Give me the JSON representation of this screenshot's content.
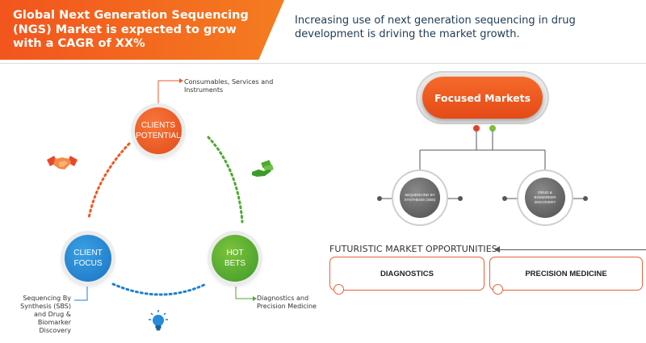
{
  "header": {
    "title": "Global Next Generation Sequencing (NGS) Market is expected to grow with a CAGR of XX%",
    "subtitle": "Increasing use of next generation sequencing in drug development is driving the market growth.",
    "accent_color": "#f2551d"
  },
  "cycle": {
    "clients_potential": {
      "line1": "CLIENTS",
      "line2": "POTENTIAL",
      "color": "#ee5a24",
      "note": "Consumables, Services and Instruments"
    },
    "client_focus": {
      "line1": "CLIENT",
      "line2": "FOCUS",
      "color": "#1f7fd0",
      "note": "Sequencing By Synthesis (SBS) and Drug & Biomarker Discovery"
    },
    "hot_bets": {
      "line1": "HOT",
      "line2": "BETS",
      "color": "#4caa2f",
      "note": "Diagnostics and Precision Medicine"
    },
    "icons": [
      "handshake-icon",
      "money-hand-icon",
      "lightbulb-icon"
    ]
  },
  "focused_markets": {
    "label": "Focused Markets",
    "items": [
      {
        "line1": "SEQUENCING BY",
        "line2": "SYNTHESIS (SBS)"
      },
      {
        "line1": "DRUG &",
        "line2": "BIOMARKER",
        "line3": "DISCOVERY"
      }
    ]
  },
  "opportunities": {
    "title": "FUTURISTIC MARKET OPPORTUNITIES",
    "items": [
      "DIAGNOSTICS",
      "PRECISION MEDICINE"
    ]
  }
}
